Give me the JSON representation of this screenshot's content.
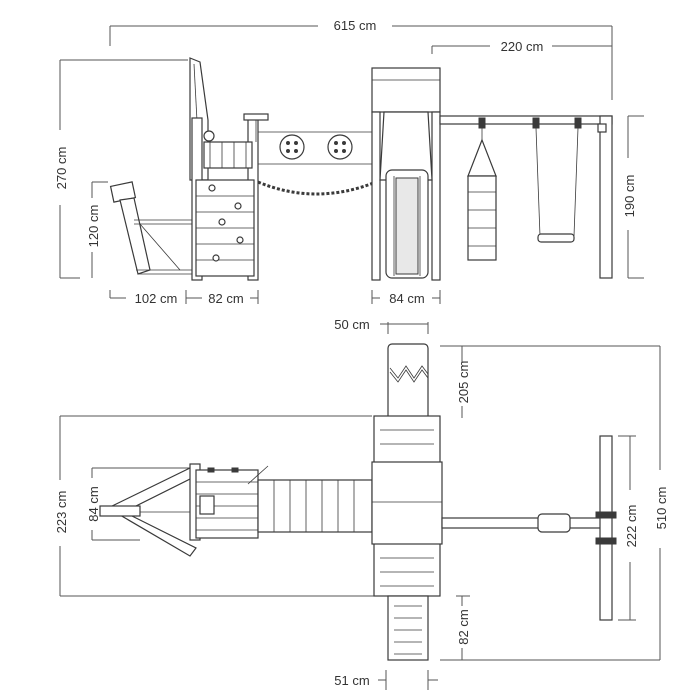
{
  "dimensions": {
    "overall_width": "615 cm",
    "swing_width": "220 cm",
    "total_height": "270 cm",
    "boat_height": "120 cm",
    "swing_height": "190 cm",
    "boat_length": "102 cm",
    "tower_width": "82 cm",
    "slide_width": "84 cm",
    "top_slide_width": "50 cm",
    "slide_length": "205 cm",
    "total_depth": "510 cm",
    "play_depth": "223 cm",
    "boat_width": "84 cm",
    "swing_beam_width": "222 cm",
    "ladder_length": "82 cm",
    "ladder_width": "51 cm"
  },
  "colors": {
    "line": "#3a3a3a",
    "dimension": "#555555"
  }
}
